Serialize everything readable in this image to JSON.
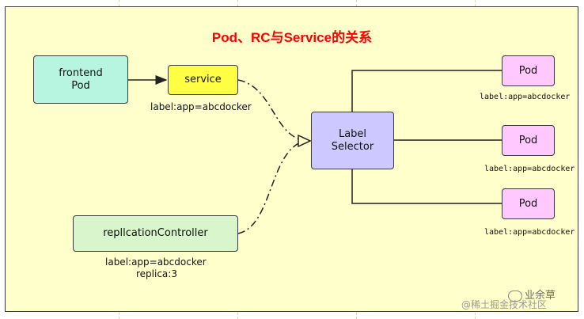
{
  "title": "Pod、RC与Service的关系",
  "nodes": {
    "frontend_pod": [
      "frontend",
      "Pod"
    ],
    "service": "service",
    "replication_controller": "repllcationController",
    "label_selector": [
      "Label",
      "Selector"
    ],
    "pods": [
      "Pod",
      "Pod",
      "Pod"
    ]
  },
  "labels": {
    "service_label": "label:app=abcdocker",
    "rc_label": "label:app=abcdocker",
    "rc_replica": "replica:3",
    "pod_labels": [
      "label:app=abcdocker",
      "label:app=abcdocker",
      "label:app=abcdocker"
    ]
  },
  "watermark": {
    "wechat": "业余草",
    "site": "@稀土掘金技术社区"
  },
  "colors": {
    "canvas": "#ffffcc",
    "title": "#ff0000",
    "frontend": "#b8f5e1",
    "service": "#ffff44",
    "rc": "#d8f5cc",
    "selector": "#cdc8ff",
    "pod": "#ffc8ff"
  }
}
